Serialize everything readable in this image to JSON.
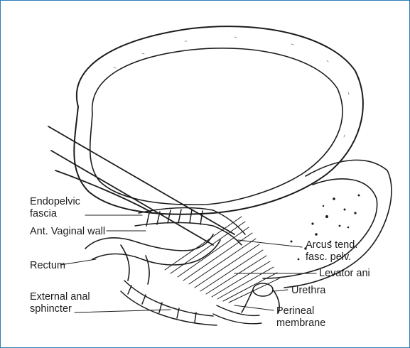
{
  "labels": {
    "endopelvic_fascia": [
      "Endopelvic",
      "fascia"
    ],
    "ant_vaginal_wall": "Ant. Vaginal wall",
    "rectum": "Rectum",
    "external_anal_sphincter": [
      "External anal",
      "sphincter"
    ],
    "arcus_tendineus": [
      "Arcus tend.",
      "fasc. pelv."
    ],
    "levator_ani": "Levator ani",
    "urethra": "Urethra",
    "perineal_membrane": [
      "Perineal",
      "membrane"
    ]
  },
  "colors": {
    "frame_border": "#2b7fb8",
    "ink": "#1c1c1c",
    "paper": "#ffffff"
  }
}
